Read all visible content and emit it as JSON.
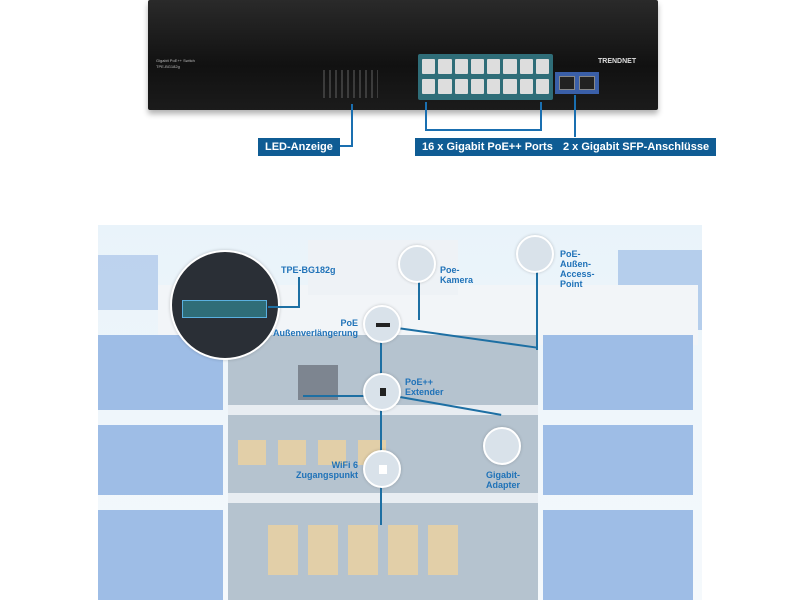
{
  "switch": {
    "model_label": "Gigabit PoE++ Switch",
    "model": "TPE-BG182g",
    "brand": "TRENDNET"
  },
  "callouts": {
    "led": "LED-Anzeige",
    "ports": "16 x Gigabit PoE++ Ports",
    "sfp": "2 x Gigabit SFP-Anschlüsse"
  },
  "diagram": {
    "switch_label": "TPE-BG182g",
    "camera": "Poe-\nKamera",
    "outdoor_ap": "PoE-\nAußen-\nAccess-\nPoint",
    "outdoor_ext": "PoE\nAußenverlängerung",
    "extender": "PoE++\nExtender",
    "wifi": "WiFi 6\nZugangspunkt",
    "adapter": "Gigabit-\nAdapter"
  },
  "colors": {
    "callout": "#0f5c94",
    "label": "#1f72b8",
    "port_panel": "#2f6d78",
    "sfp": "#3a5fa8"
  }
}
